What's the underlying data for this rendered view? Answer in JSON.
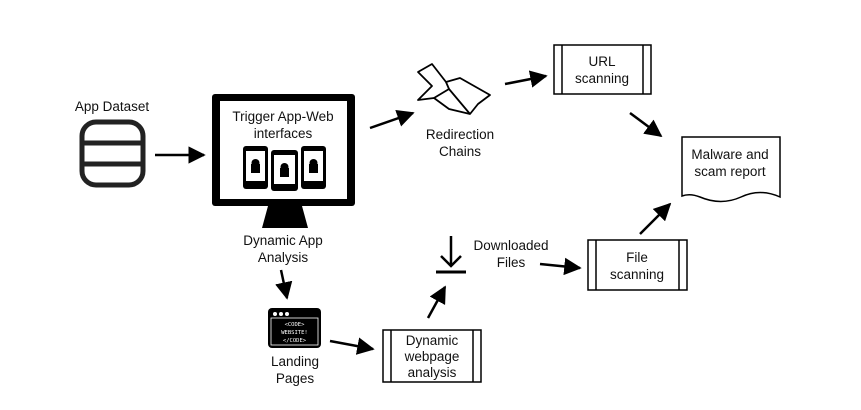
{
  "nodes": {
    "app_dataset": {
      "label": "App Dataset"
    },
    "trigger": {
      "line1": "Trigger App-Web",
      "line2": "interfaces"
    },
    "dynamic_app": {
      "line1": "Dynamic App",
      "line2": "Analysis"
    },
    "redirection": {
      "line1": "Redirection",
      "line2": "Chains"
    },
    "url_scanning": {
      "line1": "URL",
      "line2": "scanning"
    },
    "report": {
      "line1": "Malware and",
      "line2": "scam report"
    },
    "downloaded": {
      "line1": "Downloaded",
      "line2": "Files"
    },
    "file_scanning": {
      "line1": "File",
      "line2": "scanning"
    },
    "landing": {
      "line1": "Landing",
      "line2": "Pages"
    },
    "dyn_web": {
      "line1": "Dynamic",
      "line2": "webpage",
      "line3": "analysis"
    },
    "code_icon": {
      "line1": "<CODE>",
      "line2": "WEBSITE!",
      "line3": "</CODE>"
    }
  },
  "icons": [
    "database-icon",
    "monitor-icon",
    "android-phone-icon",
    "redirect-icon",
    "download-icon",
    "browser-code-icon",
    "report-document-icon"
  ]
}
